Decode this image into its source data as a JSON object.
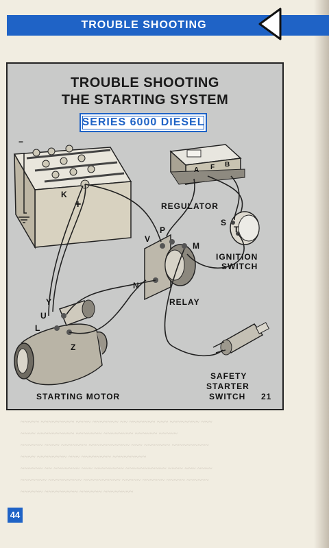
{
  "header": {
    "title": "TROUBLE SHOOTING"
  },
  "figure": {
    "title_line1": "TROUBLE SHOOTING",
    "title_line2": "THE STARTING SYSTEM",
    "series": "SERIES 6000 DIESEL",
    "labels": {
      "regulator": "REGULATOR",
      "ignition_switch_1": "IGNITION",
      "ignition_switch_2": "SWITCH",
      "relay": "RELAY",
      "safety_1": "SAFETY",
      "safety_2": "STARTER",
      "safety_3": "SWITCH",
      "starting_motor": "STARTING MOTOR",
      "figure_number": "21"
    },
    "terminals": {
      "minus": "−",
      "plus": "+",
      "k": "K",
      "a": "A",
      "f": "F",
      "b": "B",
      "s": "S",
      "t": "T",
      "p": "P",
      "v": "V",
      "m": "M",
      "n": "N",
      "y": "Y",
      "u": "U",
      "l": "L",
      "z": "Z"
    }
  },
  "page": {
    "number": "44"
  },
  "colors": {
    "accent": "#1f63c6",
    "figure_bg": "#c9cac9"
  }
}
